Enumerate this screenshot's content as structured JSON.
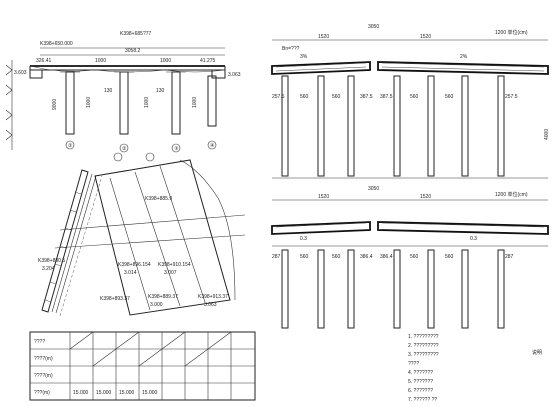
{
  "elevation": {
    "station_mid": "K398+685?77",
    "station_left": "K398+650.000",
    "width_total": "3058.2",
    "dim_segments": [
      "326.41",
      "1000",
      "1000",
      "41.275"
    ],
    "elev_left": "3.603",
    "elev_right": "3.063",
    "pier_heights": [
      "1000",
      "1000",
      "1000"
    ],
    "pier_labels": [
      "①",
      "②",
      "③",
      "④"
    ],
    "left_label": "9000",
    "mid_labels": [
      "130",
      "130"
    ]
  },
  "plan": {
    "stations": [
      {
        "text": "K398+885.9"
      },
      {
        "text": "K398+880.5"
      },
      {
        "text": "K398+896.154"
      },
      {
        "text": "K398+910.154"
      },
      {
        "text": "K398+893.37"
      },
      {
        "text": "K398+889.37"
      },
      {
        "text": "K398+913.37"
      }
    ],
    "values": [
      "3.204",
      "3.014",
      "3.007",
      "3.000",
      "3.063"
    ]
  },
  "section_top": {
    "title": "1200  单位(cm)",
    "total": "3050",
    "left_total": "1520",
    "right_total": "1520",
    "labels": [
      "Bn=???",
      "3%",
      "2%"
    ],
    "bottom_dims": [
      "257.5",
      "560",
      "560",
      "387.5",
      "387.5",
      "560",
      "560",
      "257.5"
    ],
    "height": "4000"
  },
  "section_bottom": {
    "title": "1200  单位(cm)",
    "total": "3050",
    "left_total": "1520",
    "right_total": "1520",
    "bottom_dims": [
      "287",
      "560",
      "560",
      "386.4",
      "386.4",
      "560",
      "560",
      "287"
    ],
    "labels": [
      "0.3",
      "0.3"
    ]
  },
  "table": {
    "rows": [
      {
        "head": "????",
        "cells": [
          "",
          "",
          "",
          "",
          "",
          "",
          "",
          ""
        ]
      },
      {
        "head": "????(m)",
        "cells": [
          "",
          "",
          "",
          "",
          "",
          "",
          "",
          ""
        ]
      },
      {
        "head": "????(m)",
        "cells": [
          "",
          "",
          "",
          "",
          "",
          "",
          "",
          ""
        ]
      },
      {
        "head": "???(m)",
        "cells": [
          "15.000",
          "15.000",
          "15.000",
          "15.000",
          "",
          "",
          "",
          ""
        ]
      }
    ]
  },
  "notes": {
    "items": [
      "1. ?????????",
      "2. ?????????",
      "3. ?????????",
      "   ????",
      "4. ???????",
      "5. ???????",
      "6. ???????",
      "7. ??????  ??"
    ],
    "side_label": "说明"
  }
}
